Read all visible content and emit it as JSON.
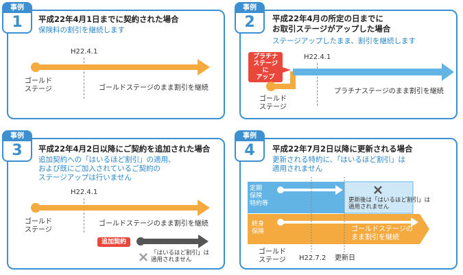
{
  "case_label": "事例",
  "timeline_label": "H22.4.1",
  "gold_stage": "ゴールド\nステージ",
  "colors": {
    "border": "#3c8fd0",
    "gold": "#f4aa3f",
    "blue": "#62b4e4",
    "gray": "#555555",
    "red": "#e9473b"
  },
  "cases": [
    {
      "num": "1",
      "title": "平成22年4月1日までに契約された場合",
      "subtitle": "保険料の割引を継続します",
      "result": "ゴールドステージのまま割引を継続"
    },
    {
      "num": "2",
      "title": "平成22年4月の所定の日までに\nお取引ステージがアップした場合",
      "subtitle": "ステージアップしたまま、割引を継続します",
      "badge": "プラチナ\nステージに\nアップ",
      "result": "プラチナステージのまま割引を継続"
    },
    {
      "num": "3",
      "title": "平成22年4月2日以降にご契約を追加された場合",
      "subtitle": "追加契約への「はいるほど割引」の適用、\nおよび既にご加入されているご契約の\nステージアップは行いません",
      "result": "ゴールドステージのまま割引を継続",
      "badge": "追加契約",
      "note": "「はいるほど割引」は\n適用されません"
    },
    {
      "num": "4",
      "title": "平成22年7月2日以降に更新される場合",
      "subtitle": "更新される特約に、「はいるほど割引」は\n適用されません",
      "row1": "定期\n保険\n特約等",
      "row2": "終身\n保険",
      "note": "更新後は「はいるほど割引」は\n適用されません",
      "result": "ゴールドステージの\nまま割引を継続",
      "date1": "H22.7.2",
      "date2": "更新日"
    }
  ]
}
